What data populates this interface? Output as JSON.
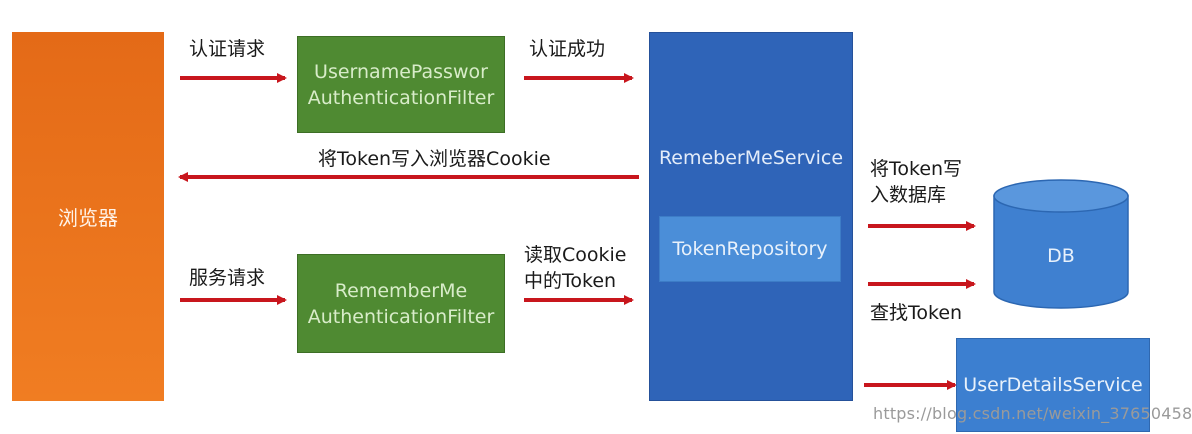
{
  "nodes": {
    "browser": "浏览器",
    "username_filter": "UsernamePasswor\nAuthenticationFilter",
    "rememberme_filter": "RememberMe\nAuthenticationFilter",
    "service": "RemeberMeService",
    "repository": "TokenRepository",
    "db": "DB",
    "user_details": "UserDetailsService"
  },
  "edges": {
    "auth_request": "认证请求",
    "auth_success": "认证成功",
    "write_cookie": "将Token写入浏览器Cookie",
    "service_request": "服务请求",
    "read_cookie": "读取Cookie\n中的Token",
    "write_db": "将Token写\n入数据库",
    "find_token": "查找Token"
  },
  "watermark": "https://blog.csdn.net/weixin_37650458",
  "colors": {
    "browser": "#ee7a20",
    "filter": "#4f8a32",
    "service": "#2f64b8",
    "repository": "#4b8ed8",
    "db": "#3f80d0",
    "arrow": "#c8161d"
  }
}
